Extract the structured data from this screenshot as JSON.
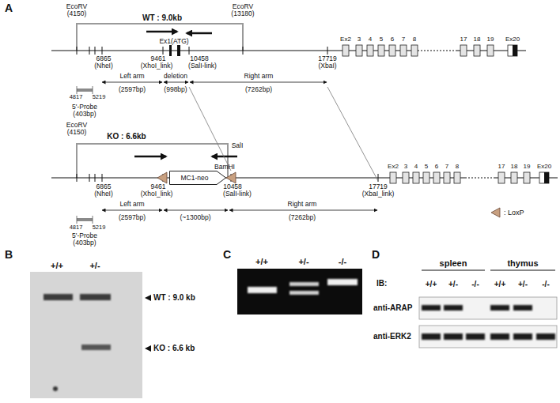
{
  "diagram": {
    "nodes": [
      {
        "text": [
          "MC1-neo"
        ]
      }
    ],
    "labels": [
      "A",
      "EcoRV",
      "(4150)",
      "WT : 9.0kb",
      "EcoRV",
      "(13180)",
      "Ex1(ATG)",
      "6865",
      "(NheI)",
      "9461",
      "(XhoI_link)",
      "10458",
      "(SalI-link)",
      "17719",
      "(XbaI)",
      "4817",
      "5219",
      "5'-Probe",
      "(403bp)",
      "Left arm",
      "(2597bp)",
      "deletion",
      "(998bp)",
      "Right arm",
      "(7262bp)",
      "Ex2",
      "3",
      "4",
      "5",
      "6",
      "7",
      "8",
      "17",
      "18",
      "19",
      "Ex20",
      "EcoRV",
      "(4150)",
      "KO : 6.6kb",
      "SalI",
      "BamHI",
      "6865",
      "(NheI)",
      "9461",
      "(XhoI_link)",
      "10458",
      "(SalI-link)",
      "17719",
      "(XbaI_link)",
      "4817",
      "5219",
      "5'-Probe",
      "(403bp)",
      "Left arm",
      "(2597bp)",
      "(~1300bp)",
      "Right arm",
      "(7262bp)",
      "Ex2",
      "3",
      "4",
      "5",
      "6",
      "7",
      "8",
      "17",
      "18",
      "19",
      "Ex20",
      "B",
      "+/+",
      "+/-",
      "WT : 9.0 kb",
      "KO : 6.6 kb",
      "C",
      "+/+",
      "+/-",
      "-/-",
      "D",
      "spleen",
      "thymus",
      "IB:",
      "+/+",
      "+/-",
      "-/-",
      "+/+",
      "+/-",
      "-/-",
      "anti-ARAP",
      "anti-ERK2"
    ],
    "legend": [
      {
        "text": ": LoxP"
      }
    ]
  }
}
